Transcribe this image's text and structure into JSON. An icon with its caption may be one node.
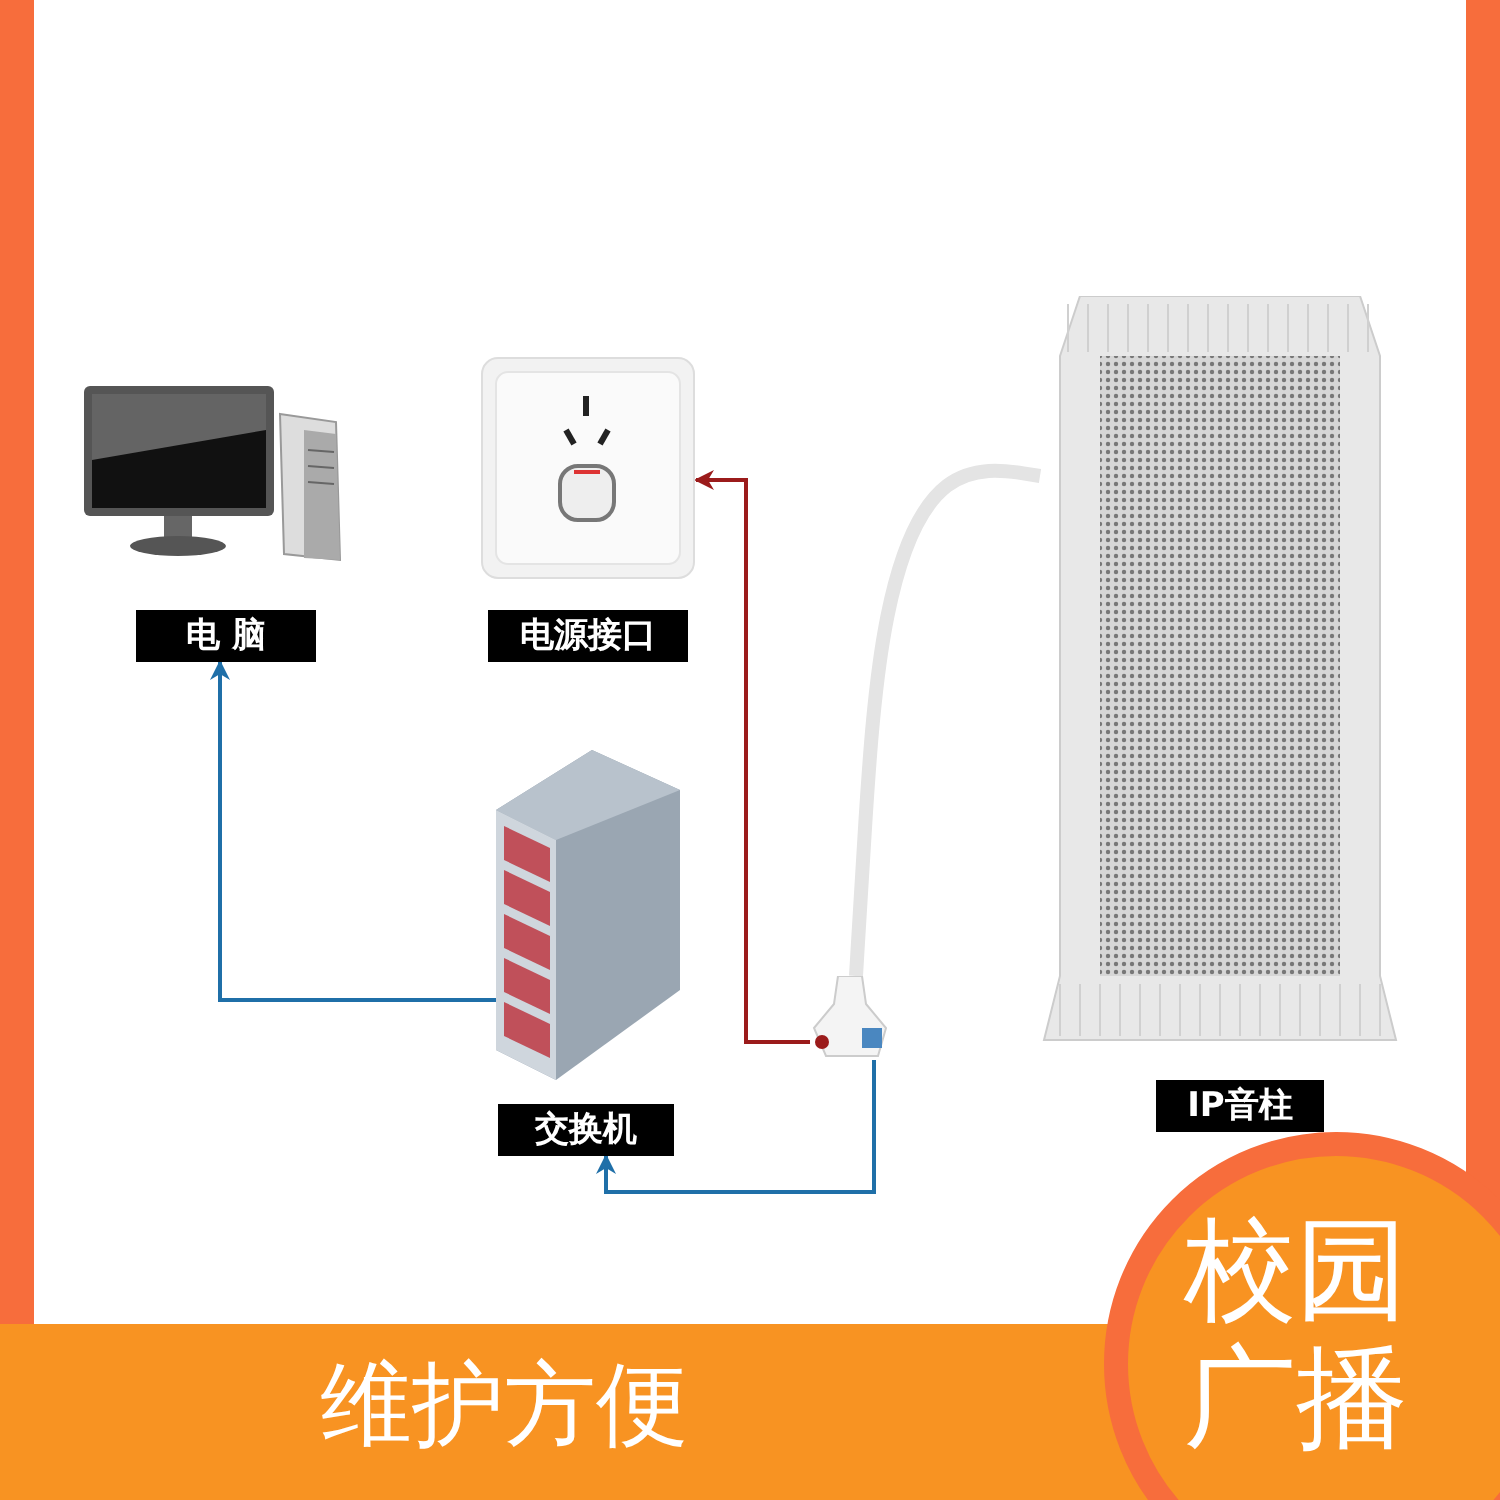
{
  "diagram": {
    "nodes": [
      {
        "text": [
          "电 脑"
        ]
      },
      {
        "text": [
          "电源接口"
        ]
      },
      {
        "text": [
          "交换机"
        ]
      },
      {
        "text": [],
        "shape": "picture"
      },
      {
        "text": [
          "IP音柱"
        ]
      }
    ],
    "edges": [
      {
        "from": 2,
        "to": 0,
        "arrow": "to"
      },
      {
        "from": 3,
        "to": 1,
        "arrow": "to",
        "color": "#9b1b1b"
      },
      {
        "from": 3,
        "to": 2,
        "arrow": "to"
      },
      {
        "from": 4,
        "to": 3,
        "arrow": "none",
        "style": "thick",
        "color": "#e4e4e4"
      }
    ],
    "labels": [
      "维护方便",
      "校园广播"
    ]
  }
}
